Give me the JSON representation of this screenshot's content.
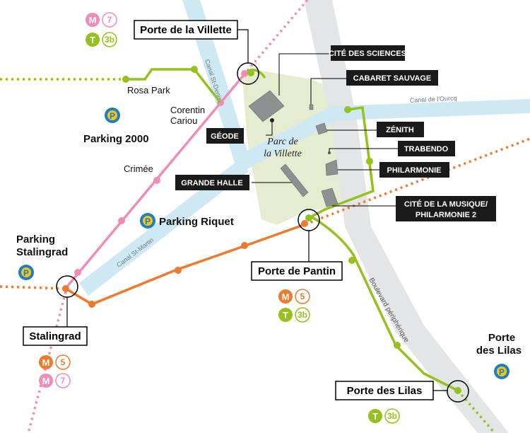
{
  "colors": {
    "metro5": "#ee7a2e",
    "metro7": "#ee8cba",
    "tram3b": "#95c11f",
    "parking": "#1e7fc0",
    "canal": "#cfe9f4",
    "park": "#e6ecd0",
    "road": "#e4e5e7"
  },
  "icons": {
    "parking": "parking-icon",
    "metro": "metro-badge",
    "tram": "tram-badge"
  },
  "stations": {
    "porte_villette": {
      "label": "Porte de la Villette",
      "lines": [
        {
          "mode": "M",
          "num": "7",
          "color": "#ee8cba"
        },
        {
          "mode": "T",
          "num": "3b",
          "color": "#95c11f"
        }
      ]
    },
    "porte_pantin": {
      "label": "Porte de Pantin",
      "lines": [
        {
          "mode": "M",
          "num": "5",
          "color": "#ee7a2e"
        },
        {
          "mode": "T",
          "num": "3b",
          "color": "#95c11f"
        }
      ]
    },
    "stalingrad": {
      "label": "Stalingrad",
      "lines": [
        {
          "mode": "M",
          "num": "5",
          "color": "#ee7a2e"
        },
        {
          "mode": "M",
          "num": "7",
          "color": "#ee8cba"
        }
      ]
    },
    "porte_lilas": {
      "label": "Porte des Lilas",
      "lines": [
        {
          "mode": "T",
          "num": "3b",
          "color": "#95c11f"
        }
      ]
    }
  },
  "stops": {
    "rosa_park": "Rosa Park",
    "corentin_line1": "Corentin",
    "corentin_line2": "Cariou",
    "crimee": "Crimée"
  },
  "venues": {
    "cite_sciences": "CITÉ DES SCIENCES",
    "cabaret": "CABARET SAUVAGE",
    "geode": "GÉODE",
    "zenith": "ZÉNITH",
    "trabendo": "TRABENDO",
    "philharmonie": "PHILARMONIE",
    "grande_halle": "GRANDE HALLE",
    "cite_musique_line1": "CITÉ DE LA MUSIQUE/",
    "cite_musique_line2": "PHILARMONIE 2"
  },
  "parkings": {
    "p2000": "Parking 2000",
    "riquet": "Parking Riquet",
    "stalingrad_line1": "Parking",
    "stalingrad_line2": "Stalingrad",
    "lilas_line1": "Porte",
    "lilas_line2": "des Lilas",
    "symbol": "P"
  },
  "park": {
    "line1": "Parc de",
    "line2": "la Villette"
  },
  "canals": {
    "st_denis": "Canal St-Denis",
    "ourcq": "Canal de l'Ourcq",
    "st_martin": "Canal St-Martin"
  },
  "road": {
    "boulevard": "Boulevard périphérique"
  }
}
